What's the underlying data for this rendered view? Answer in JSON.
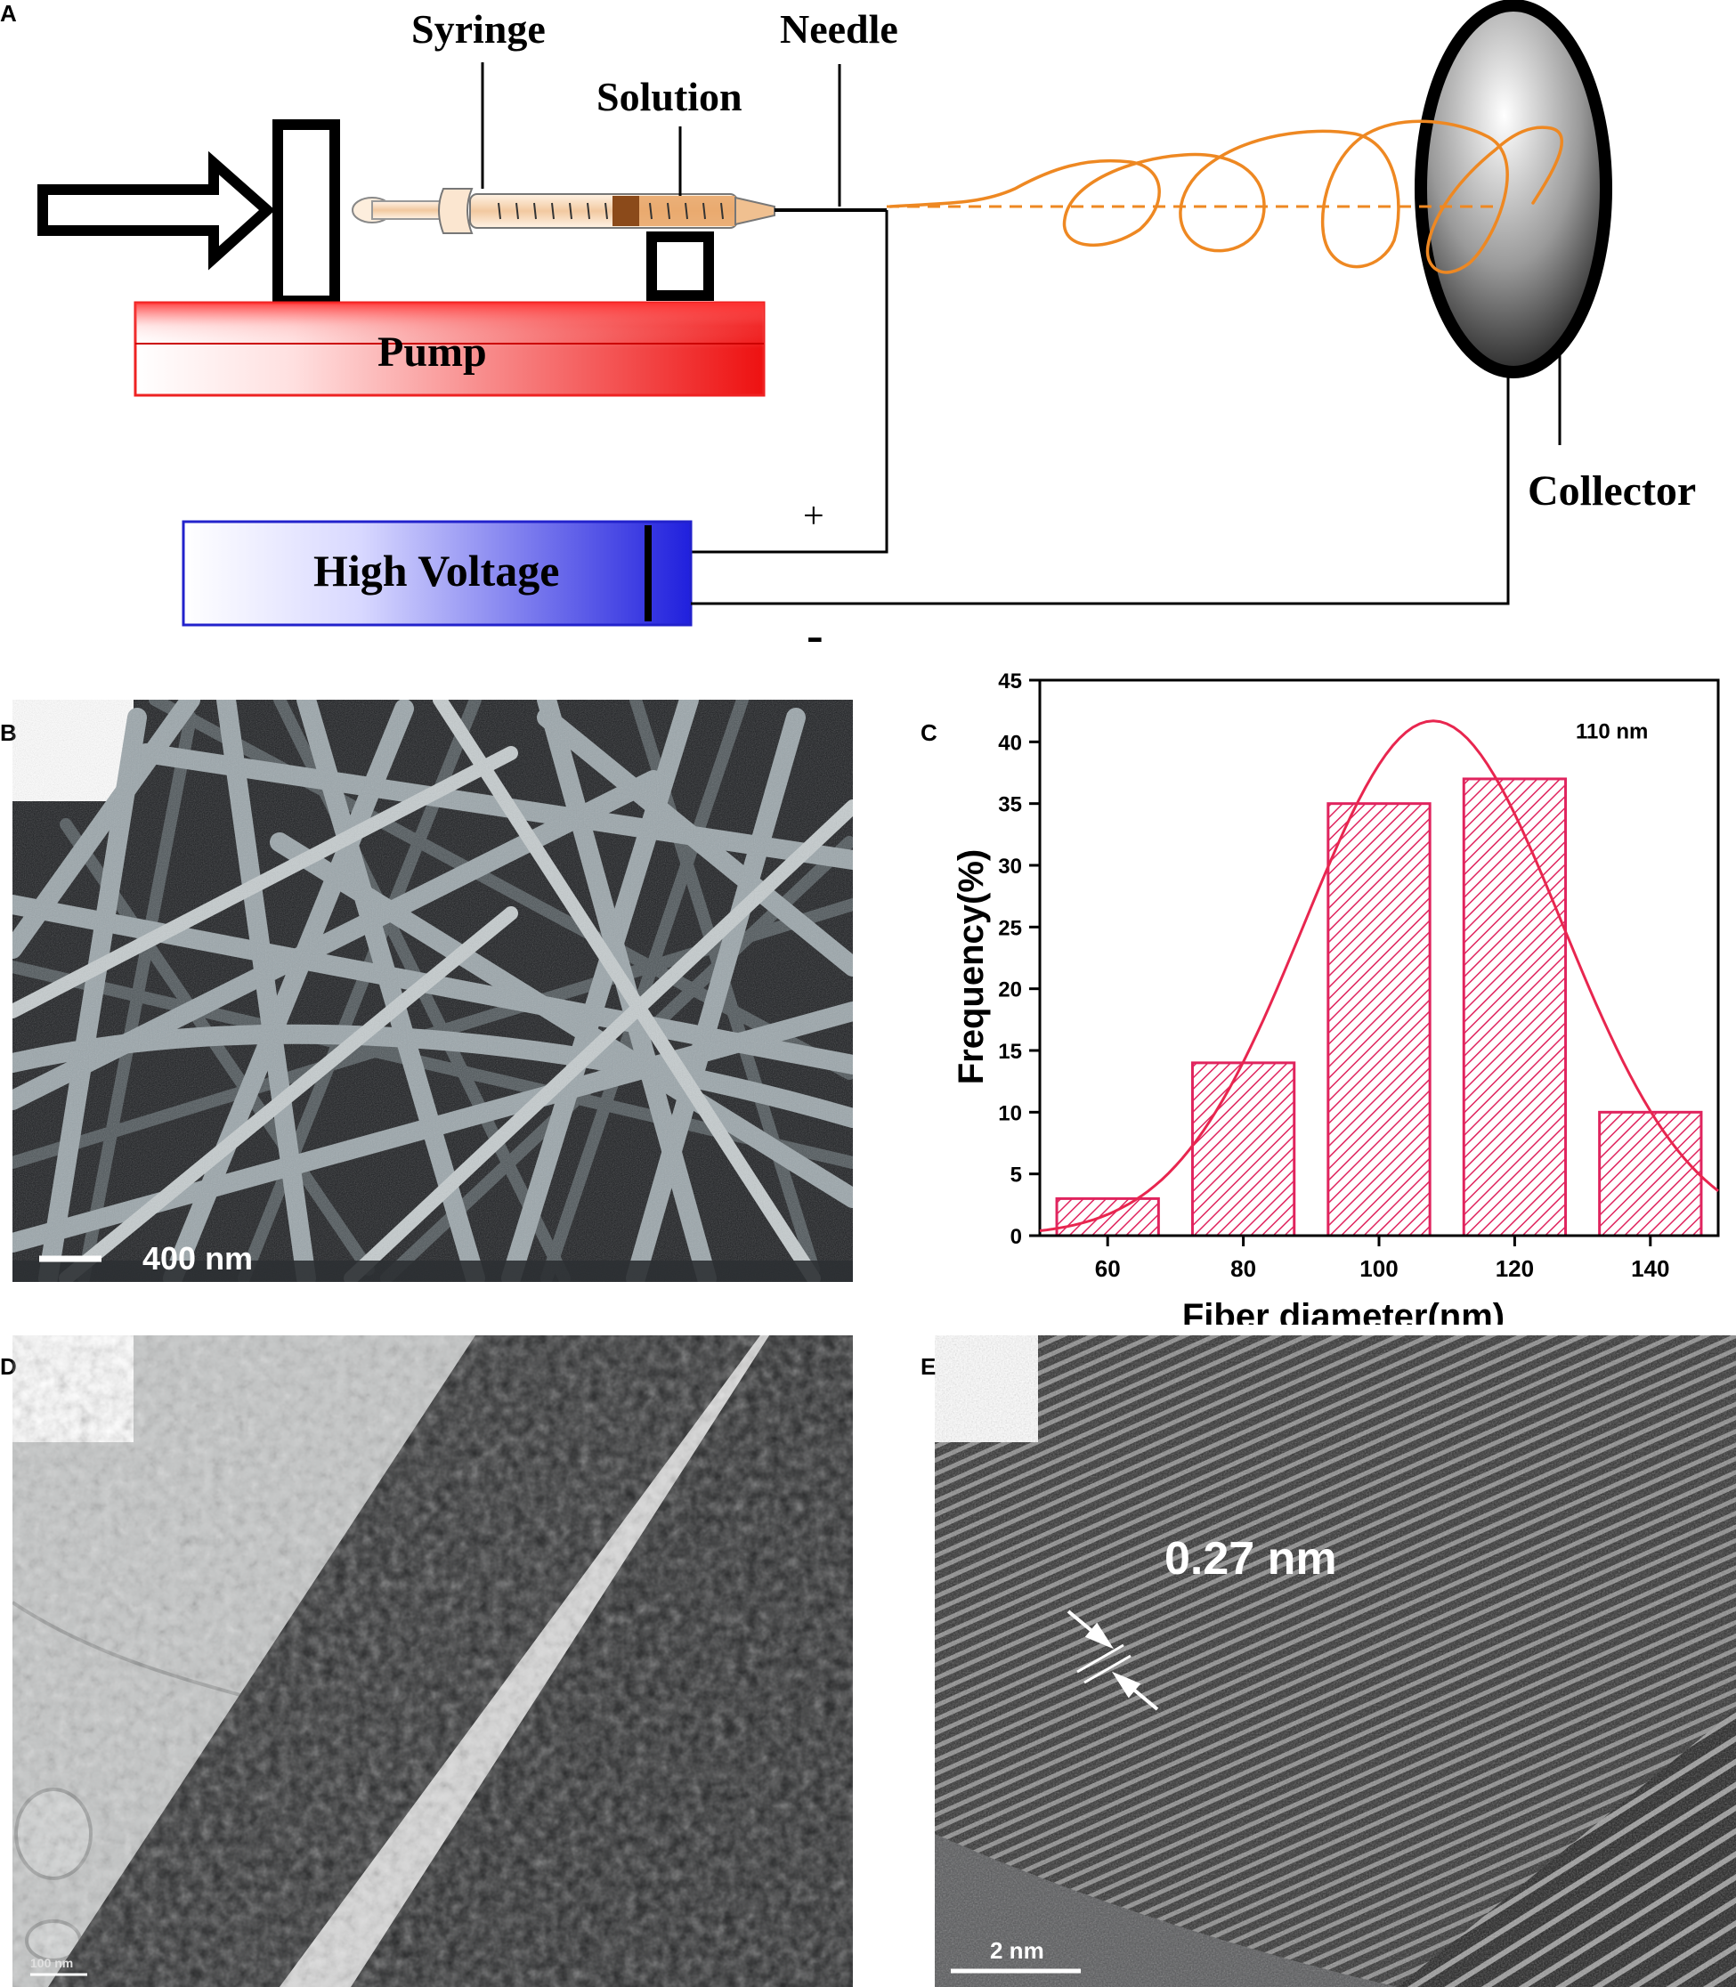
{
  "panels": {
    "a": {
      "letter": "A",
      "labels": {
        "syringe": "Syringe",
        "needle": "Needle",
        "solution": "Solution",
        "pump": "Pump",
        "collector": "Collector",
        "high_voltage": "High Voltage",
        "plus": "+",
        "minus": "-"
      },
      "colors": {
        "pump": "#ee1111",
        "high_voltage": "#2222dd",
        "jet": "#ee8822"
      }
    },
    "b": {
      "letter": "B",
      "scale_bar": "400 nm"
    },
    "c": {
      "letter": "C"
    },
    "d": {
      "letter": "D",
      "scale_bar": "100 nm"
    },
    "e": {
      "letter": "E",
      "scale_bar": "2 nm",
      "annotation": "0.27 nm"
    }
  },
  "chart_data": {
    "type": "bar",
    "annotation": "110 nm",
    "xlabel": "Fiber diameter(nm)",
    "ylabel": "Frequency(%)",
    "categories": [
      60,
      80,
      100,
      120,
      140
    ],
    "values": [
      3,
      14,
      35,
      37,
      10
    ],
    "fit_curve": {
      "type": "gaussian",
      "mean": 108,
      "sigma": 19,
      "peak": 41.7
    },
    "xlim": [
      50,
      150
    ],
    "ylim": [
      0,
      45
    ],
    "xticks": [
      60,
      80,
      100,
      120,
      140
    ],
    "yticks": [
      0,
      5,
      10,
      15,
      20,
      25,
      30,
      35,
      40,
      45
    ],
    "colors": {
      "bar": "#e0245e",
      "curve": "#e8264f"
    },
    "grid": false,
    "legend": "none"
  }
}
